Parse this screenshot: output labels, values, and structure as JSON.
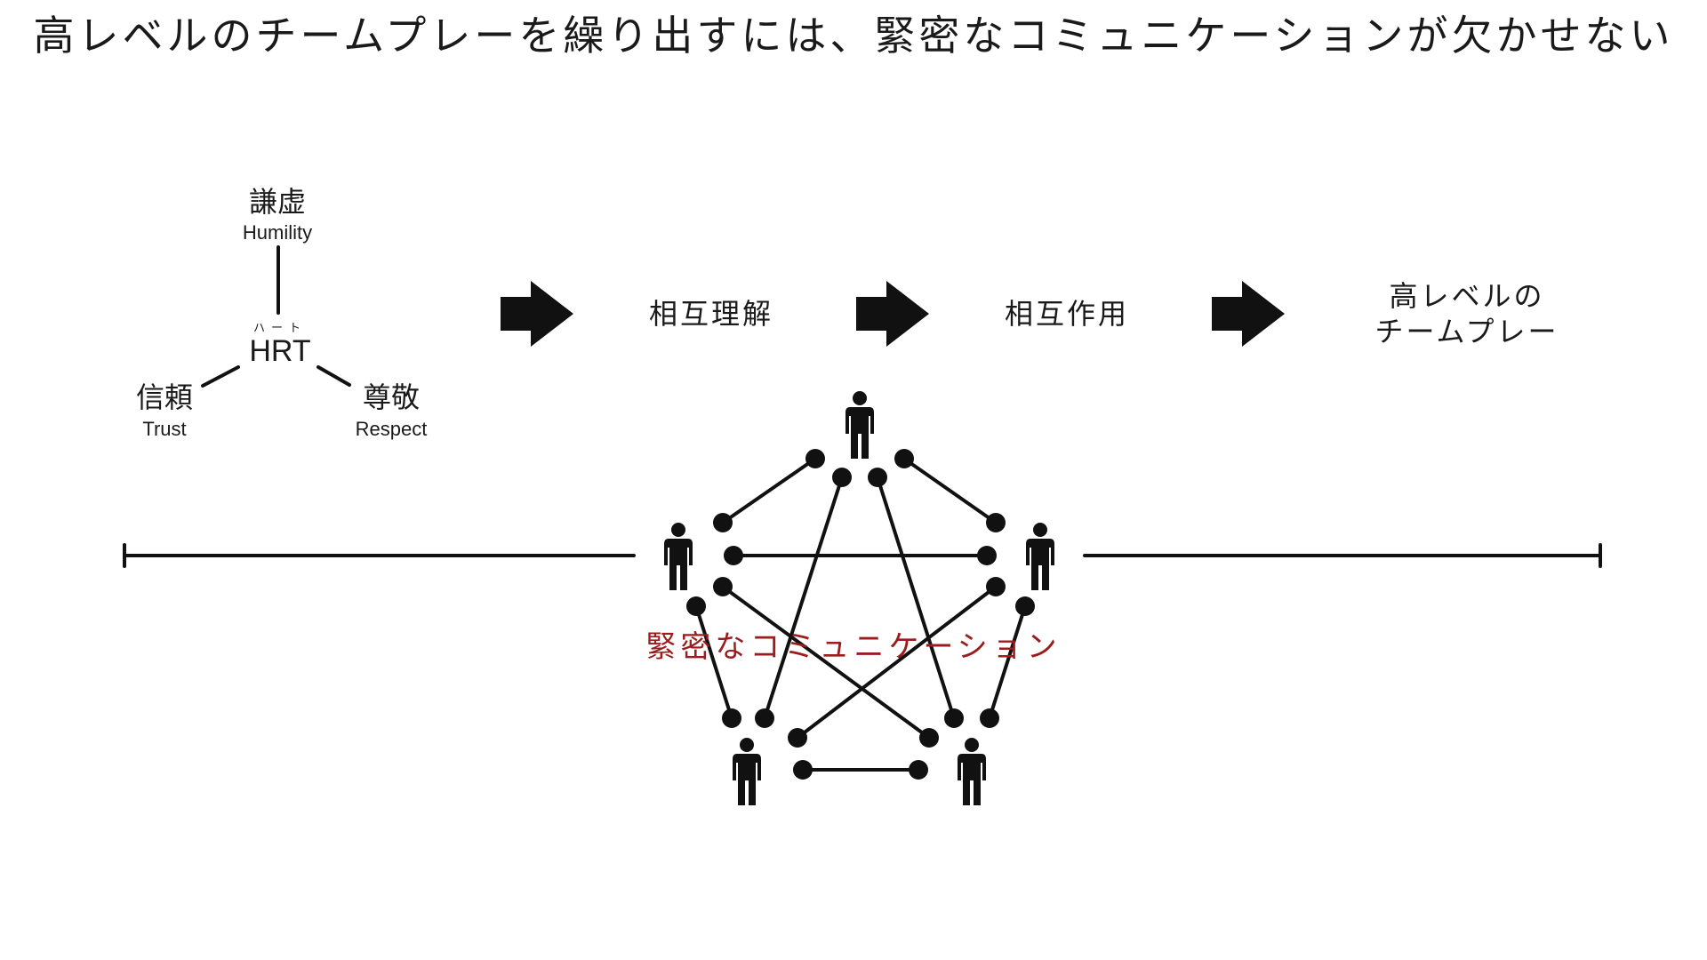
{
  "title": "高レベルのチームプレーを繰り出すには、緊密なコミュニケーションが欠かせない",
  "hrt": {
    "ruby": "ハート",
    "label": "HRT",
    "humility": {
      "jp": "謙虚",
      "en": "Humility"
    },
    "trust": {
      "jp": "信頼",
      "en": "Trust"
    },
    "respect": {
      "jp": "尊敬",
      "en": "Respect"
    }
  },
  "flow": {
    "step1": "相互理解",
    "step2": "相互作用",
    "step3_line1": "高レベルの",
    "step3_line2": "チームプレー"
  },
  "network": {
    "label": "緊密なコミュニケーション",
    "label_color": "#9b1c1c",
    "member_count": 5
  },
  "colors": {
    "ink": "#111111",
    "background": "#ffffff"
  }
}
